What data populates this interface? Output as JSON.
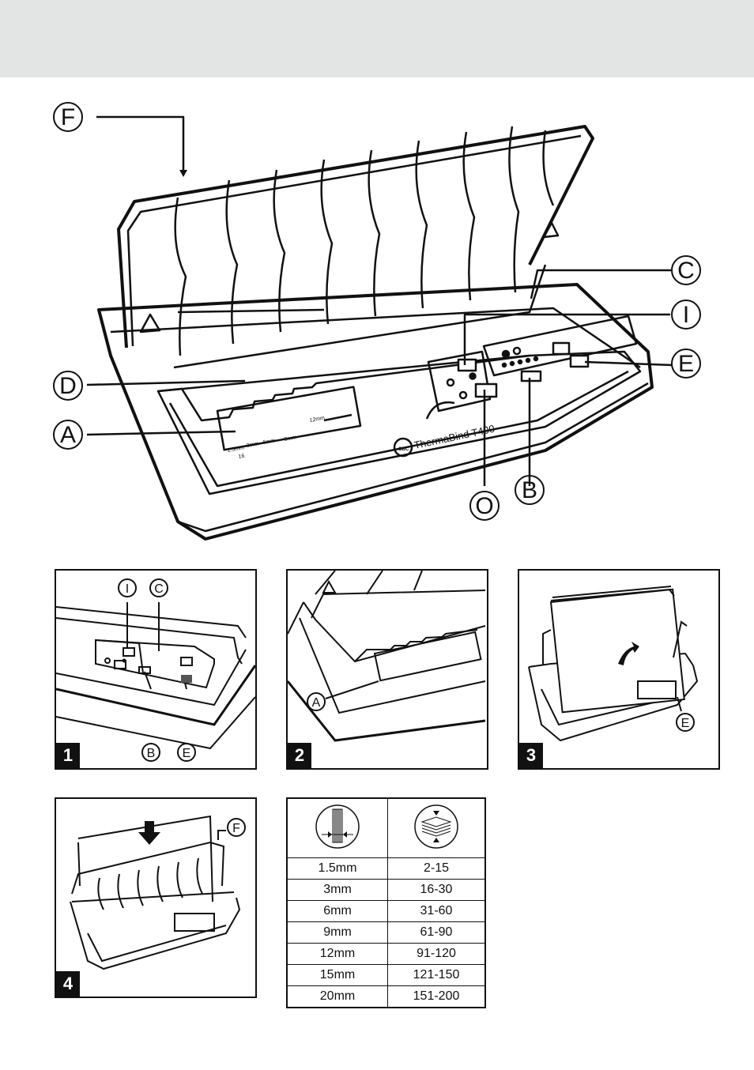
{
  "page": {
    "band_color": "#e3e4e4",
    "ink_color": "#111111"
  },
  "main_figure": {
    "brand_text": "ThermaBind T400",
    "logo_text": "GBC",
    "scale_labels": [
      "1.5mm",
      "3mm",
      "6mm",
      "9mm",
      "12mm"
    ],
    "scale_fraction": "16",
    "callouts": {
      "F": "F",
      "C": "C",
      "I": "I",
      "E": "E",
      "D": "D",
      "A": "A",
      "O": "O",
      "B": "B"
    }
  },
  "panels": [
    {
      "number": "1",
      "labels": [
        "I",
        "C",
        "B",
        "E"
      ]
    },
    {
      "number": "2",
      "labels": [
        "A"
      ]
    },
    {
      "number": "3",
      "labels": [
        "E"
      ]
    },
    {
      "number": "4",
      "labels": [
        "F"
      ]
    }
  ],
  "capacity_table": {
    "header_icons": [
      "spine-width-icon",
      "sheet-stack-icon"
    ],
    "rows": [
      [
        "1.5mm",
        "2-15"
      ],
      [
        "3mm",
        "16-30"
      ],
      [
        "6mm",
        "31-60"
      ],
      [
        "9mm",
        "61-90"
      ],
      [
        "12mm",
        "91-120"
      ],
      [
        "15mm",
        "121-150"
      ],
      [
        "20mm",
        "151-200"
      ]
    ]
  }
}
